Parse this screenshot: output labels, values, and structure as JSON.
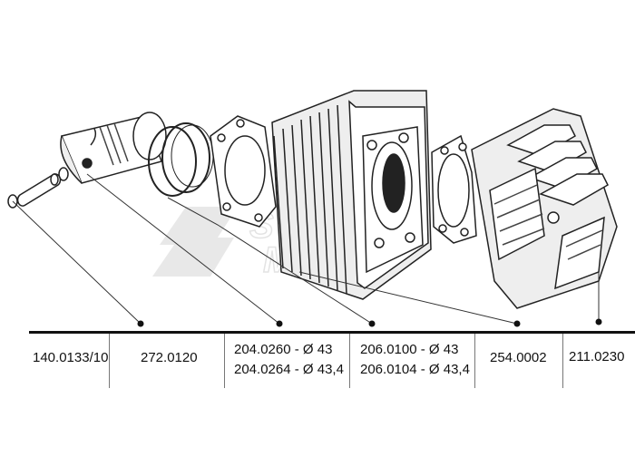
{
  "watermark": {
    "text_top": "SPORT",
    "text_bottom": "MOTO",
    "emblem_letter": "S"
  },
  "parts": [
    {
      "id": "piston-pin-clips",
      "lines": [
        "140.0133/10"
      ]
    },
    {
      "id": "piston",
      "lines": [
        "272.0120"
      ]
    },
    {
      "id": "base-gasket",
      "lines": [
        "204.0260 - Ø 43",
        "204.0264 - Ø 43,4"
      ]
    },
    {
      "id": "cylinder",
      "lines": [
        "206.0100 - Ø 43",
        "206.0104 - Ø 43,4"
      ]
    },
    {
      "id": "head-gasket",
      "lines": [
        "254.0002"
      ]
    },
    {
      "id": "cylinder-head",
      "lines": [
        "211.0230"
      ]
    }
  ]
}
